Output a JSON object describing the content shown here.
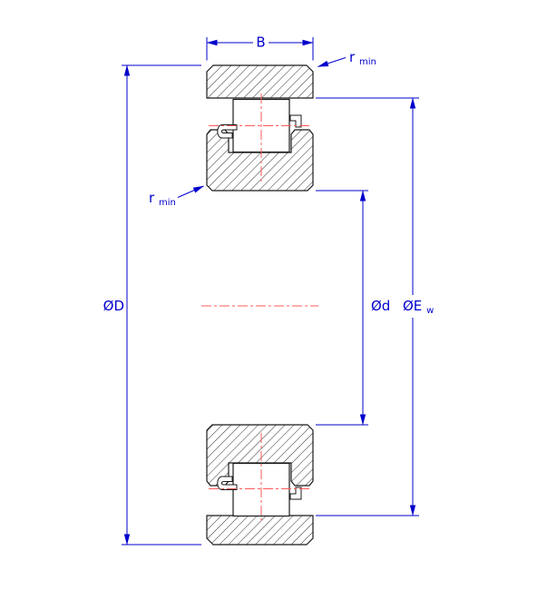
{
  "colors": {
    "dimension": "#0000cc",
    "centerline": "#ff5a5a",
    "outline": "#1a1a1a",
    "surface": "#ffffff"
  },
  "dimensions": {
    "width": {
      "label": "B"
    },
    "outer_diameter": {
      "label": "ØD"
    },
    "bore_diameter": {
      "label": "Ød"
    },
    "raceway_diameter": {
      "prefix": "ØE",
      "subscript": "w"
    },
    "fillet_top": {
      "base": "r",
      "subscript": "min"
    },
    "fillet_inner": {
      "base": "r",
      "subscript": "min"
    }
  }
}
